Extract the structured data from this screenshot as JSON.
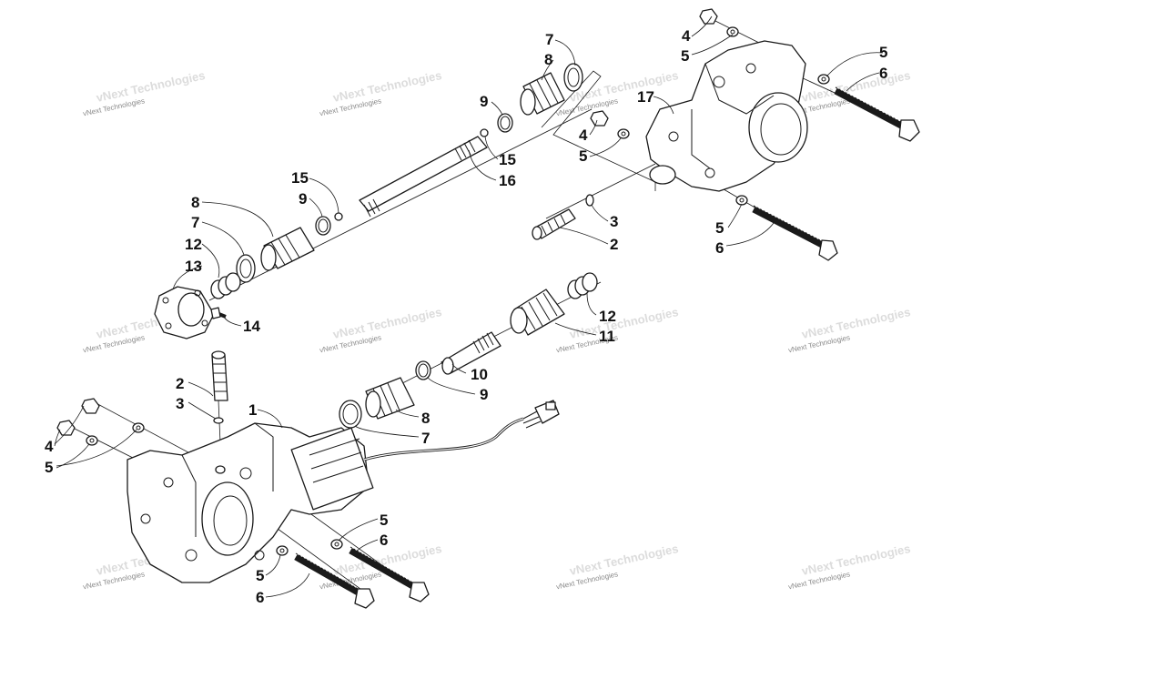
{
  "watermark": {
    "text": "vNext Technologies",
    "color": "#8a8a8a"
  },
  "callouts": {
    "c1": "1",
    "c2a": "2",
    "c2b": "2",
    "c3a": "3",
    "c3b": "3",
    "c4a": "4",
    "c4b": "4",
    "c4c": "4",
    "c5a": "5",
    "c5b": "5",
    "c5c": "5",
    "c5d": "5",
    "c5e": "5",
    "c5f": "5",
    "c5g": "5",
    "c6a": "6",
    "c6b": "6",
    "c6c": "6",
    "c6d": "6",
    "c7a": "7",
    "c7b": "7",
    "c7c": "7",
    "c8a": "8",
    "c8b": "8",
    "c8c": "8",
    "c9a": "9",
    "c9b": "9",
    "c9c": "9",
    "c10": "10",
    "c11": "11",
    "c12a": "12",
    "c12b": "12",
    "c13": "13",
    "c14": "14",
    "c15a": "15",
    "c15b": "15",
    "c16": "16",
    "c17": "17"
  }
}
